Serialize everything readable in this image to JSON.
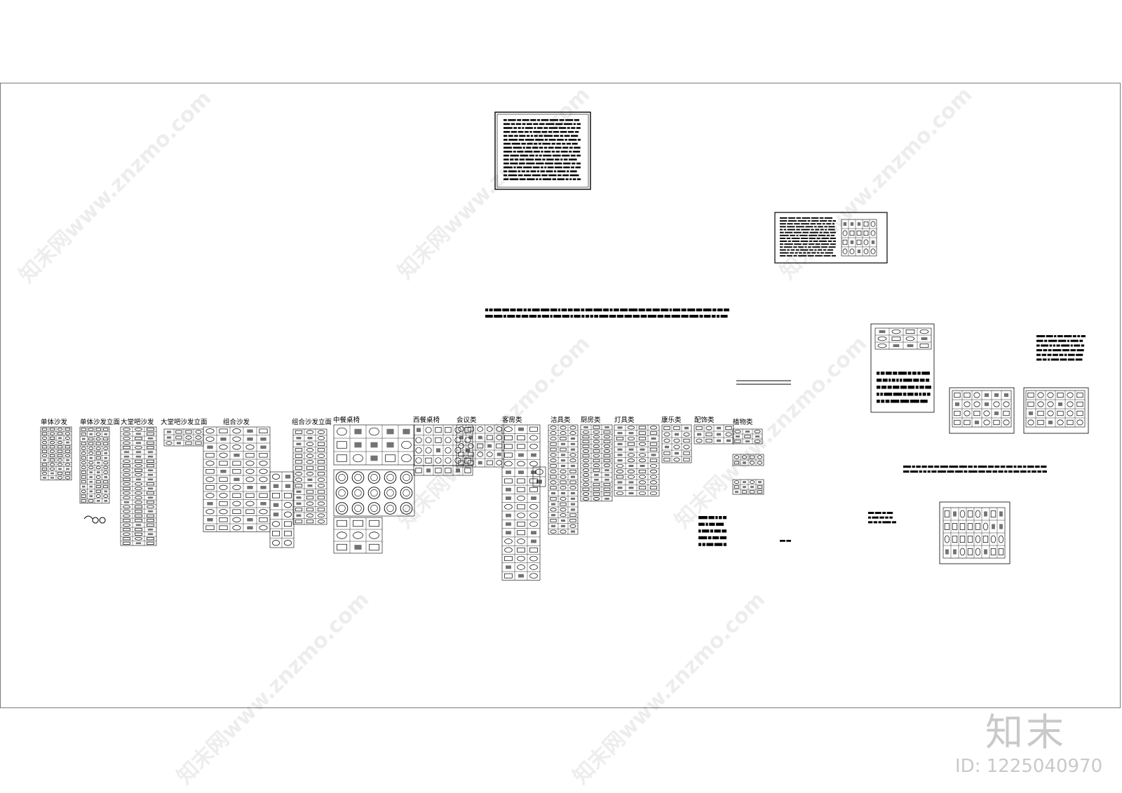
{
  "categories": [
    {
      "id": "single-sofa",
      "label": "单体沙发"
    },
    {
      "id": "single-sofa-elev",
      "label": "单体沙发立面"
    },
    {
      "id": "lobby-bar-sofa",
      "label": "大堂吧沙发"
    },
    {
      "id": "lobby-bar-sofa-elev",
      "label": "大堂吧沙发立面"
    },
    {
      "id": "combo-sofa",
      "label": "组合沙发"
    },
    {
      "id": "combo-sofa-elev",
      "label": "组合沙发立面"
    },
    {
      "id": "chinese-dining",
      "label": "中餐桌椅"
    },
    {
      "id": "western-dining",
      "label": "西餐桌椅"
    },
    {
      "id": "conference",
      "label": "会议类"
    },
    {
      "id": "guestroom",
      "label": "客房类"
    },
    {
      "id": "sanitary",
      "label": "洁具类"
    },
    {
      "id": "kitchen",
      "label": "厨房类"
    },
    {
      "id": "lighting",
      "label": "灯具类"
    },
    {
      "id": "recreation",
      "label": "康乐类"
    },
    {
      "id": "accessories",
      "label": "配饰类"
    },
    {
      "id": "plants",
      "label": "植物类"
    }
  ],
  "watermark": {
    "logo_text": "知末",
    "id_text": "ID: 1225040970",
    "diagonal_text": "知末网www.znzmo.com"
  },
  "colors": {
    "line": "#000000",
    "frame": "#7a7a7a",
    "watermark": "#c9c9c9"
  }
}
